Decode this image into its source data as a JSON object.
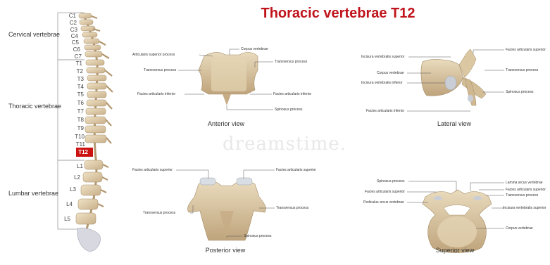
{
  "title": "Thoracic vertebrae T12",
  "spine": {
    "regions": {
      "cervical": "Cervical vertebrae",
      "thoracic": "Thoracic vertebrae",
      "lumbar": "Lumbar vertebrae"
    },
    "labels": [
      "C1",
      "C2",
      "C3",
      "C4",
      "C5",
      "C6",
      "C7",
      "T1",
      "T2",
      "T3",
      "T4",
      "T5",
      "T6",
      "T7",
      "T8",
      "T9",
      "T10",
      "T11",
      "T12",
      "L1",
      "L2",
      "L3",
      "L4",
      "L5"
    ],
    "highlighted": "T12",
    "highlight_color": "#cc1111"
  },
  "views": {
    "anterior": {
      "caption": "Anterior view",
      "callouts": {
        "articularis_superior": "Articularis superior process",
        "transversus_left": "Transversus process",
        "facies_inferior_left": "Facies articularis inferior",
        "corpus": "Corpus vertebrae",
        "transversus_right": "Transversus process",
        "facies_inferior_right": "Facies articularis inferior",
        "spinosus": "Spinosus process"
      }
    },
    "lateral": {
      "caption": "Lateral view",
      "callouts": {
        "incisura_superior": "Incisura vertebralis superior",
        "corpus": "Corpus vertebrae",
        "incisura_inferior": "Incisura vertebralis inferior",
        "facies_inferior": "Facies articularis inferior",
        "facies_superior": "Facies articularis superior",
        "transversus": "Transversus process",
        "spinosus": "Spinosus process"
      }
    },
    "posterior": {
      "caption": "Posterior view",
      "callouts": {
        "facies_superior_left": "Facies articularis superior",
        "facies_superior_right": "Facies articularis superior",
        "transversus_left": "Transversus process",
        "transversus_right": "Transversus process",
        "spinosus": "Spinosus process"
      }
    },
    "superior": {
      "caption": "Superior view",
      "callouts": {
        "spinosus": "Spinosus process",
        "facies_superior_left": "Facies articularis superior",
        "pediculus": "Pediculus arcus vertebrae",
        "lamina": "Lamina arcus vertebrae",
        "facies_superior_right": "Facies articularis superior",
        "transversus": "Transversus process",
        "incisura_superior": "Incisura vertebralis superior",
        "corpus": "Corpus vertebrae"
      }
    }
  },
  "watermark": "dreamstime."
}
